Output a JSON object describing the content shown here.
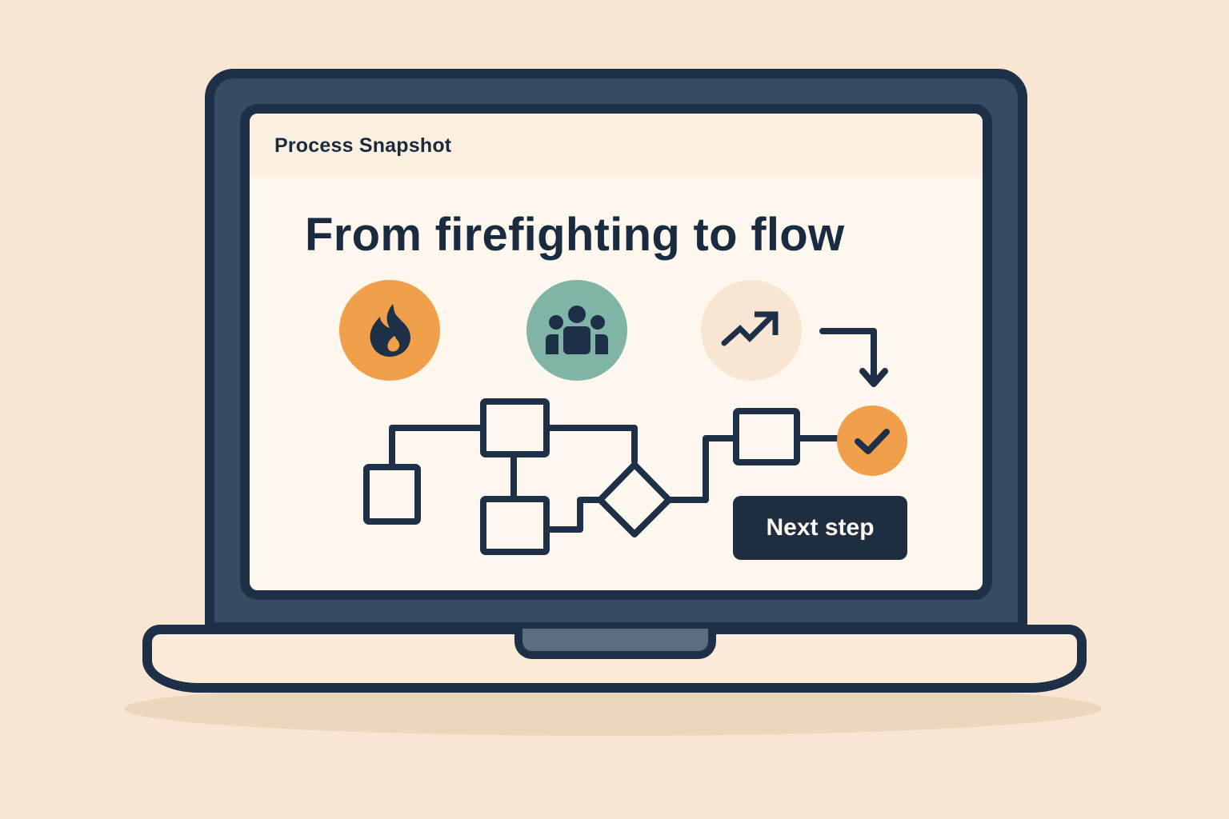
{
  "screen": {
    "header": {
      "title": "Process Snapshot"
    },
    "headline": "From firefighting to flow",
    "icons": [
      {
        "name": "fire-icon",
        "bg_color": "#f0a04b"
      },
      {
        "name": "team-icon",
        "bg_color": "#7fb4a7"
      },
      {
        "name": "trend-up-icon",
        "bg_color": "#f8e6d2"
      }
    ],
    "flowchart": {
      "nodes": [
        "box",
        "box",
        "box",
        "decision-diamond",
        "box",
        "check-circle"
      ],
      "check_color": "#f0a04b"
    },
    "next_button": {
      "label": "Next step"
    }
  },
  "colors": {
    "background": "#f9e6d2",
    "ink": "#1e3047",
    "bezel": "#364c60",
    "screen_bg": "#fdf7ee",
    "accent_orange": "#f0a04b",
    "accent_teal": "#7fb4a7"
  }
}
